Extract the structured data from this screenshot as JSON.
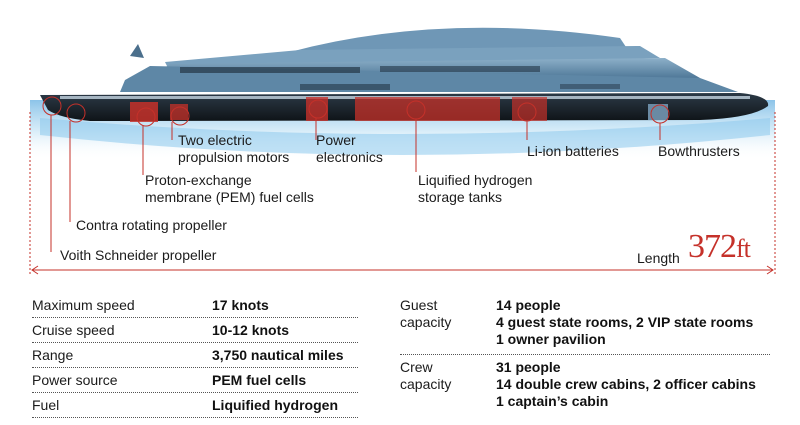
{
  "annotations": {
    "voith": "Voith Schneider propeller",
    "contra": "Contra rotating propeller",
    "pem": "Proton-exchange\nmembrane (PEM) fuel cells",
    "motors": "Two electric\npropulsion motors",
    "power": "Power\nelectronics",
    "hydrogen": "Liquified hydrogen\nstorage tanks",
    "batteries": "Li-ion batteries",
    "bowthrusters": "Bowthrusters"
  },
  "length": {
    "label": "Length",
    "value": "372",
    "unit": "ft"
  },
  "specs_left": [
    {
      "label": "Maximum speed",
      "value": "17 knots"
    },
    {
      "label": "Cruise speed",
      "value": "10-12 knots"
    },
    {
      "label": "Range",
      "value": "3,750 nautical miles"
    },
    {
      "label": "Power source",
      "value": "PEM fuel cells"
    },
    {
      "label": "Fuel",
      "value": "Liquified hydrogen"
    }
  ],
  "specs_right": [
    {
      "label": "Guest\ncapacity",
      "values": [
        "14 people",
        "4 guest state rooms, 2 VIP state rooms",
        "1 owner pavilion"
      ]
    },
    {
      "label": "Crew\ncapacity",
      "values": [
        "31 people",
        "14 double crew cabins, 2 officer cabins",
        "1 captain’s cabin"
      ]
    }
  ],
  "colors": {
    "accent": "#c5312a",
    "hull": "#14191f",
    "superstructure": "#5e87a6",
    "water": "#a9d4ee"
  }
}
